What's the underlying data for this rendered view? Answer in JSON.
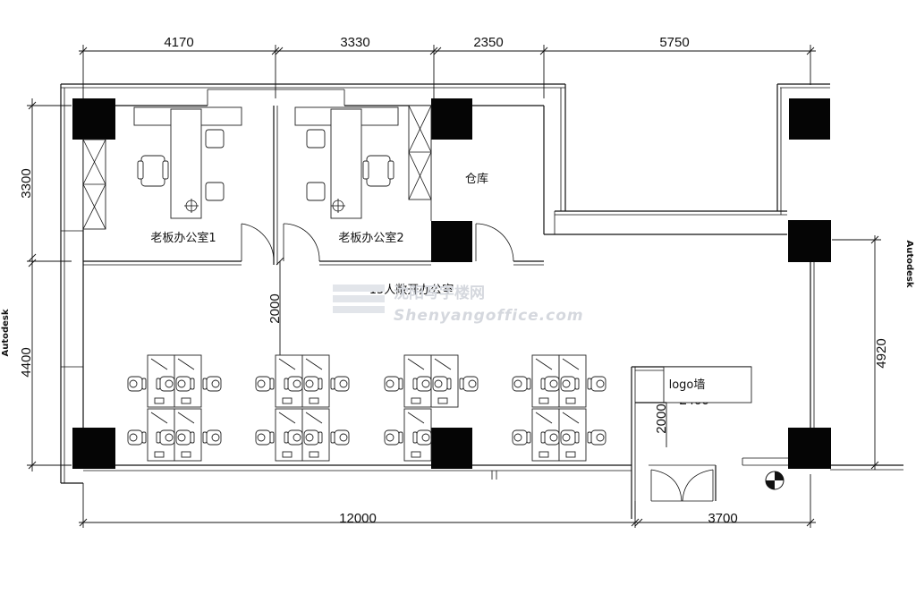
{
  "dimensions": {
    "top": [
      "4170",
      "3330",
      "2350",
      "5750"
    ],
    "bottom": [
      "12000",
      "3700"
    ],
    "left": [
      "3300",
      "4400"
    ],
    "right": [
      "4920"
    ],
    "interior_partition": "2000",
    "logo_depth": "2000",
    "logo_width": "2400"
  },
  "rooms": {
    "boss_office_1": "老板办公室1",
    "boss_office_2": "老板办公室2",
    "storage": "仓库",
    "open_office": "15人敞开办公室",
    "logo_wall": "logo墙"
  },
  "watermark": {
    "line1": "沈阳写字楼网",
    "line2": "Shenyangoffice.com"
  },
  "side_labels": {
    "left": "Autodesk",
    "right": "Autodesk"
  }
}
